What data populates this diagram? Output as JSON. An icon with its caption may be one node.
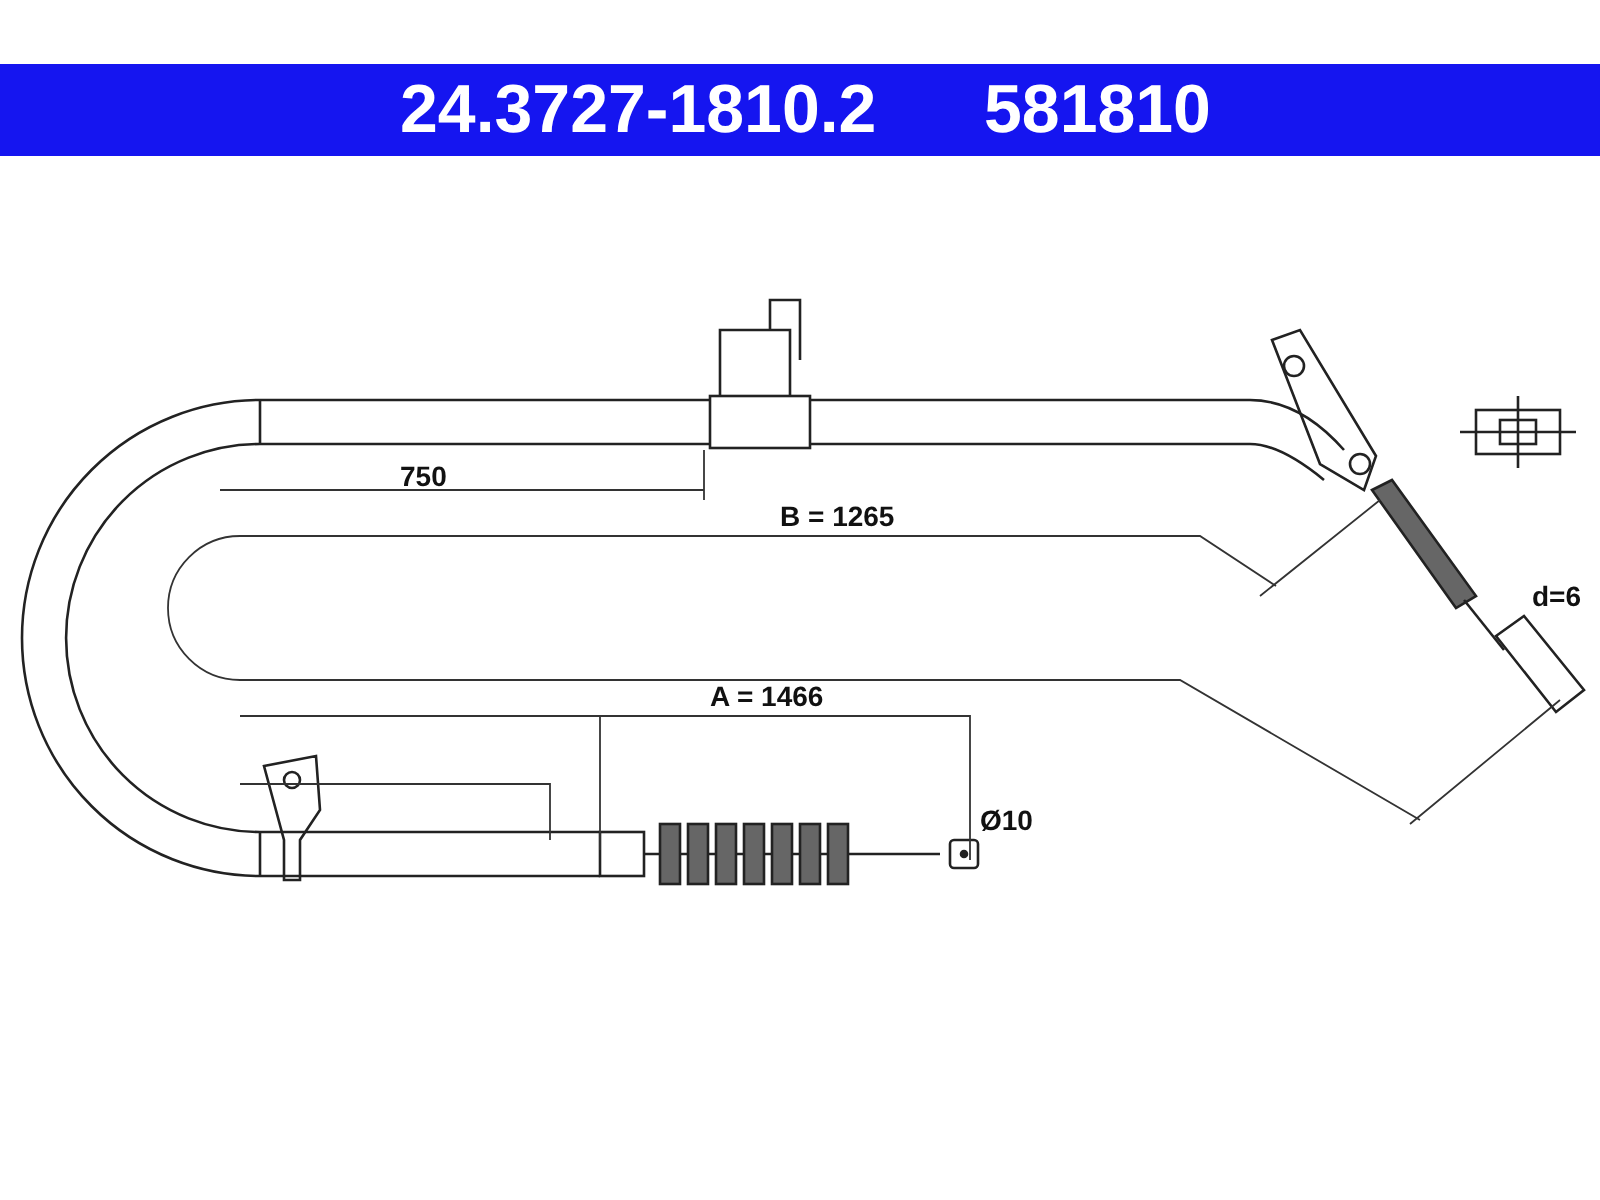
{
  "diagram": {
    "title": "24.3727-1810.2",
    "labels": [
      "581810",
      "750",
      "B = 1265",
      "A = 1466",
      "d=6",
      "Ø10"
    ]
  }
}
